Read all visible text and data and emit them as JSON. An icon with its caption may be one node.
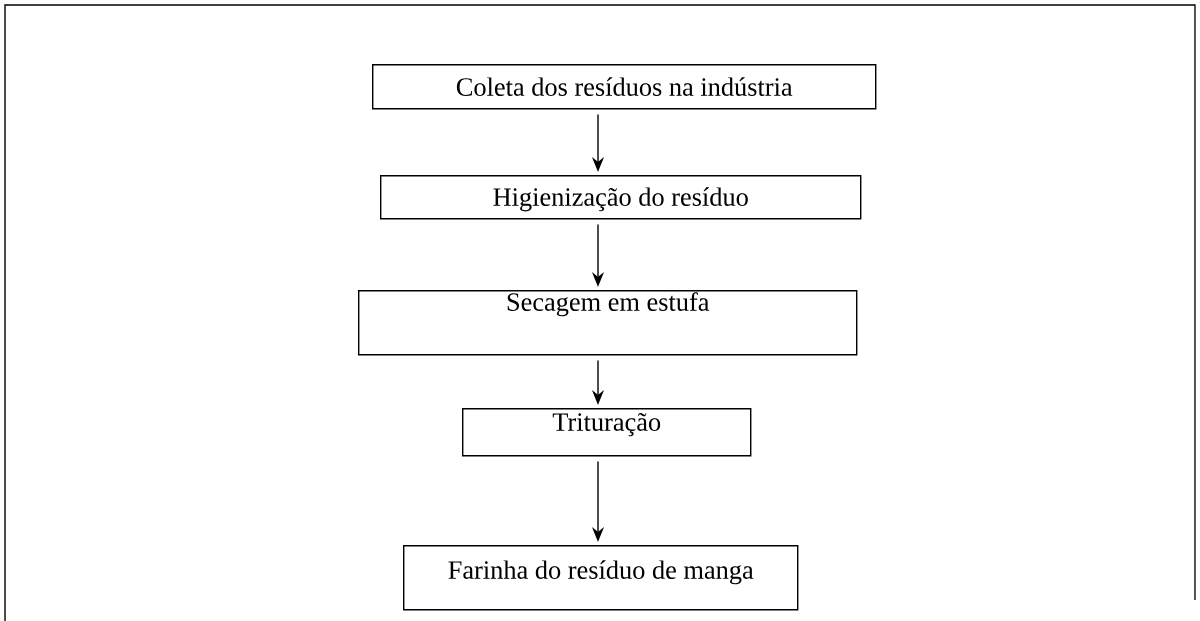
{
  "diagram": {
    "nodes": [
      {
        "text": [
          "Coleta dos resíduos na indústria"
        ]
      },
      {
        "text": [
          "Higienização do resíduo"
        ]
      },
      {
        "text": [
          "Secagem em estufa"
        ]
      },
      {
        "text": [
          "Trituração"
        ]
      },
      {
        "text": [
          "Farinha do resíduo de manga"
        ]
      }
    ],
    "edges": [
      {
        "from": 0,
        "to": 1,
        "arrow": "to"
      },
      {
        "from": 1,
        "to": 2,
        "arrow": "to"
      },
      {
        "from": 2,
        "to": 3,
        "arrow": "to"
      },
      {
        "from": 3,
        "to": 4,
        "arrow": "to"
      }
    ]
  }
}
